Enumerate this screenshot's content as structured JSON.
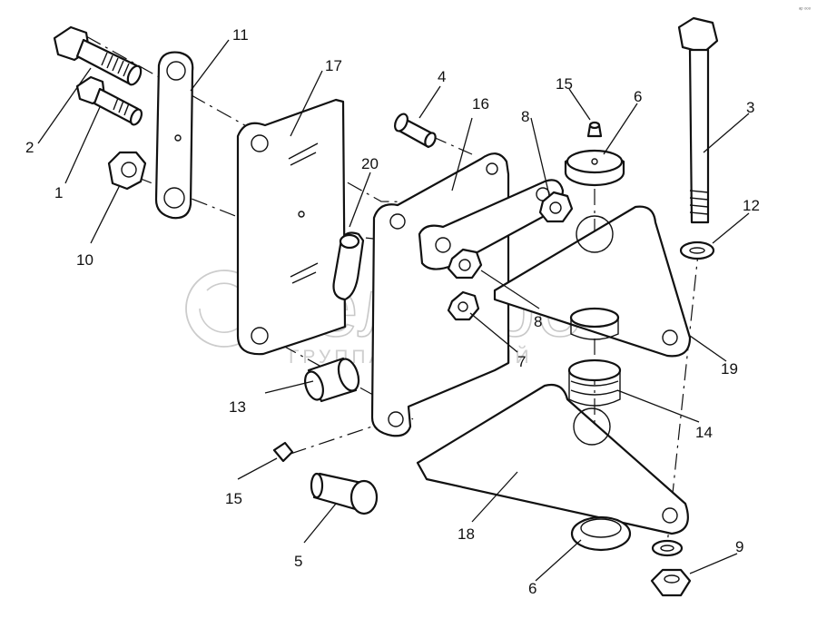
{
  "watermark": {
    "brand": "белагро",
    "tagline": "ГРУППА КОМПАНИЙ"
  },
  "corner_mark": "ᵃᵖ ᵒᵒᵒ",
  "callouts": {
    "c1": "1",
    "c2": "2",
    "c3": "3",
    "c4": "4",
    "c5": "5",
    "c6a": "6",
    "c6b": "6",
    "c7": "7",
    "c8a": "8",
    "c8b": "8",
    "c9": "9",
    "c10": "10",
    "c11": "11",
    "c12": "12",
    "c13": "13",
    "c14": "14",
    "c15a": "15",
    "c15b": "15",
    "c16": "16",
    "c17": "17",
    "c18": "18",
    "c19": "19",
    "c20": "20"
  }
}
